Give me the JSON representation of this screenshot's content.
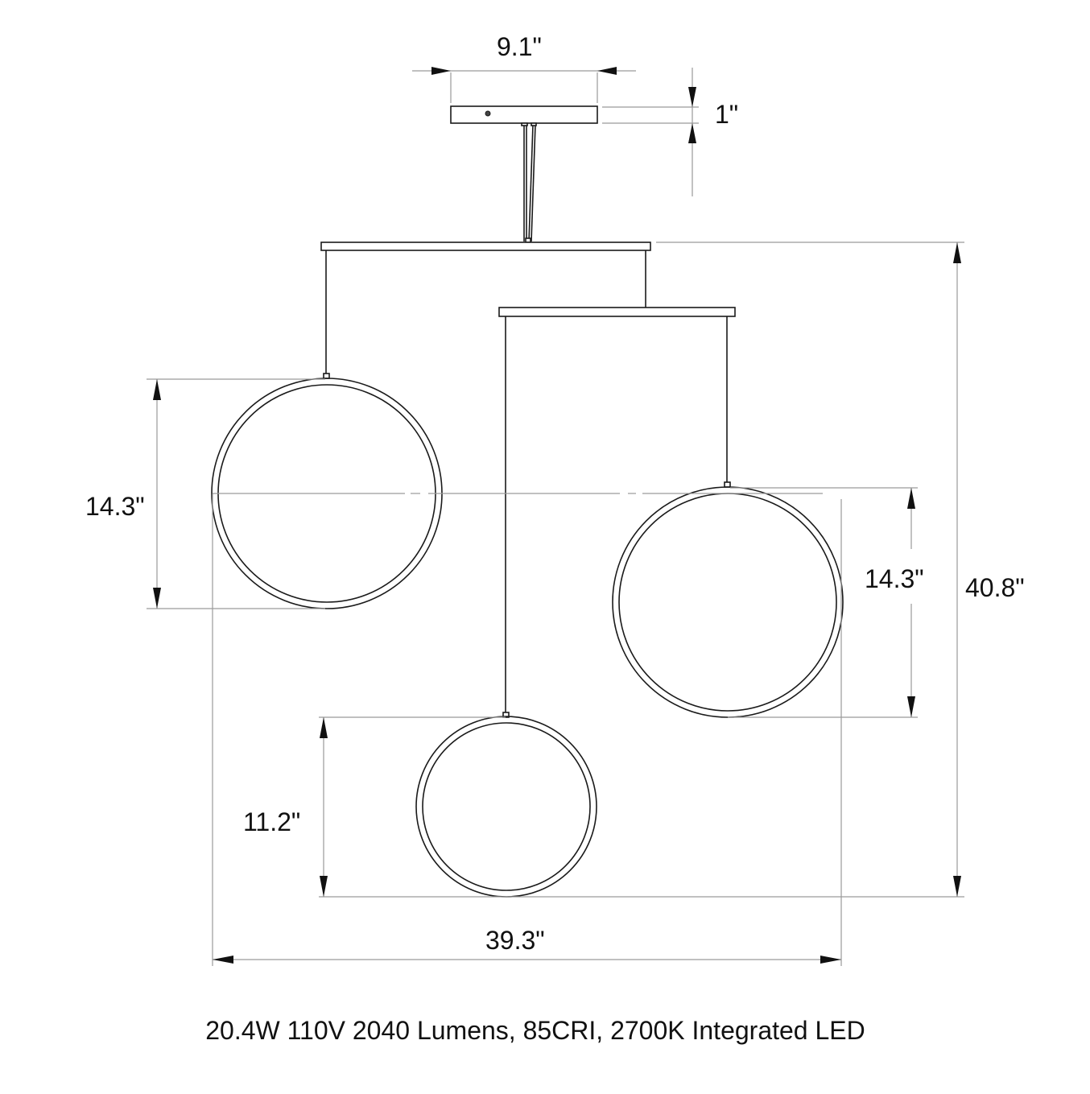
{
  "diagram": {
    "type": "technical-dimension-drawing",
    "subject": "three-ring LED pendant chandelier",
    "colors": {
      "line": "#1a1a1a",
      "dimension_line": "#9a9a9a",
      "text": "#111111",
      "background": "#ffffff"
    }
  },
  "dimensions": {
    "canopy_width": "9.1\"",
    "canopy_height": "1\"",
    "left_ring_diameter": "14.3\"",
    "right_ring_diameter": "14.3\"",
    "bottom_ring_diameter": "11.2\"",
    "overall_height": "40.8\"",
    "overall_width": "39.3\""
  },
  "specs": {
    "caption": "20.4W 110V 2040 Lumens, 85CRI, 2700K Integrated LED"
  }
}
